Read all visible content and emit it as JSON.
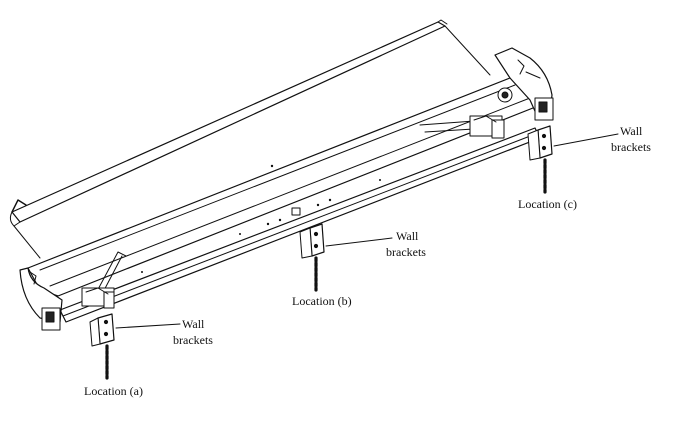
{
  "labels": {
    "bracket_a_line1": "Wall",
    "bracket_a_line2": "brackets",
    "bracket_b_line1": "Wall",
    "bracket_b_line2": "brackets",
    "bracket_c_line1": "Wall",
    "bracket_c_line2": "brackets",
    "location_a": "Location (a)",
    "location_b": "Location (b)",
    "location_c": "Location (c)"
  }
}
